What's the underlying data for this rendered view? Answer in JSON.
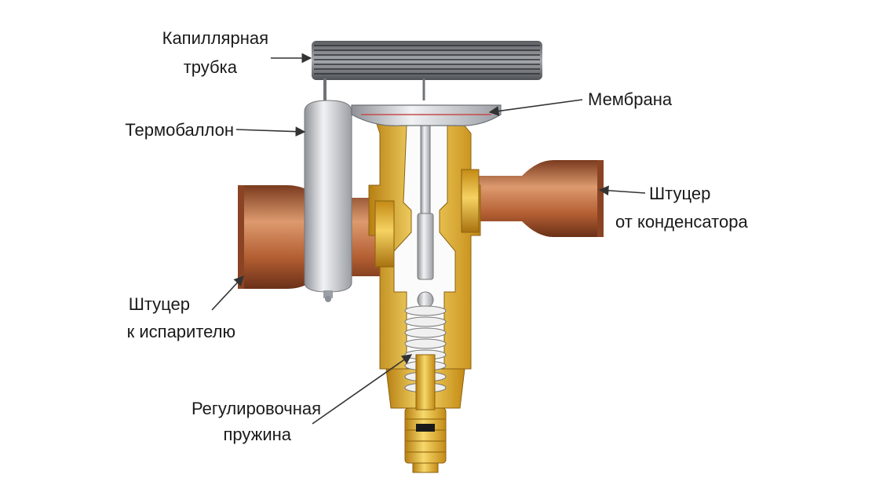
{
  "labels": {
    "capillary_line1": "Капиллярная",
    "capillary_line2": "трубка",
    "thermobulb": "Термобаллон",
    "membrane": "Мембрана",
    "outlet_line1": "Штуцер",
    "outlet_line2": "от конденсатора",
    "inlet_line1": "Штуцер",
    "inlet_line2": "к испарителю",
    "spring_line1": "Регулировочная",
    "spring_line2": "пружина"
  },
  "colors": {
    "copper": "#b35e32",
    "copper_light": "#dd9a6e",
    "brass": "#e2a820",
    "brass_light": "#f6d86b",
    "steel": "#bfc3c8",
    "cutaway": "#fbfbfb",
    "label_text": "#1a1a1a",
    "leader": "#333333"
  }
}
